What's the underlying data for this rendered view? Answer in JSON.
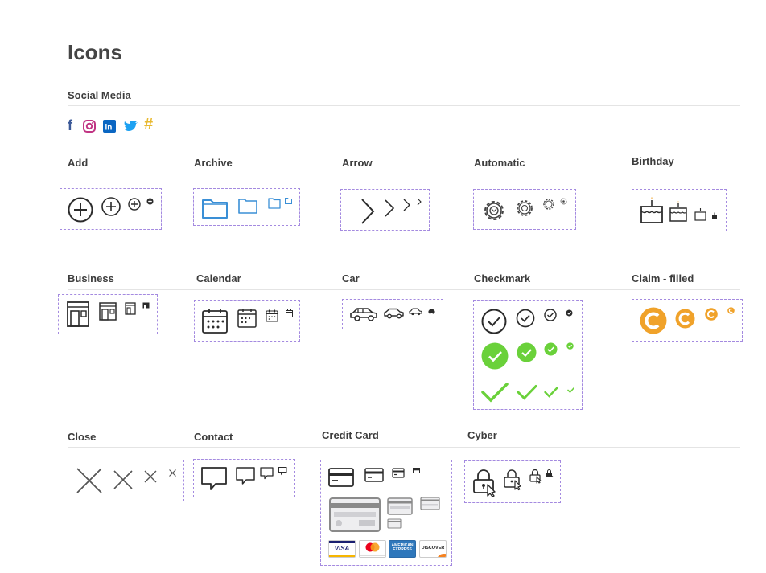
{
  "page": {
    "title": "Icons"
  },
  "sections": {
    "social_media": "Social Media",
    "add": "Add",
    "archive": "Archive",
    "arrow": "Arrow",
    "automatic": "Automatic",
    "birthday": "Birthday",
    "business": "Business",
    "calendar": "Calendar",
    "car": "Car",
    "checkmark": "Checkmark",
    "claim_filled": "Claim - filled",
    "close": "Close",
    "contact": "Contact",
    "credit_card": "Credit Card",
    "cyber": "Cyber"
  },
  "social_icons": [
    "facebook-icon",
    "instagram-icon",
    "linkedin-icon",
    "twitter-icon",
    "hashtag-icon"
  ],
  "card_brands": {
    "visa": "VISA",
    "amex": "AMERICAN EXPRESS",
    "discover": "DISCOVER"
  },
  "colors": {
    "accent_blue": "#3a8fd6",
    "check_green": "#6ad13a",
    "claim_orange": "#f0a22a",
    "dashed_border": "#a48ae0",
    "facebook": "#3b5998",
    "instagram": "#c13584",
    "linkedin": "#0a66c2",
    "twitter": "#1da1f2",
    "hashtag": "#e8b931"
  }
}
